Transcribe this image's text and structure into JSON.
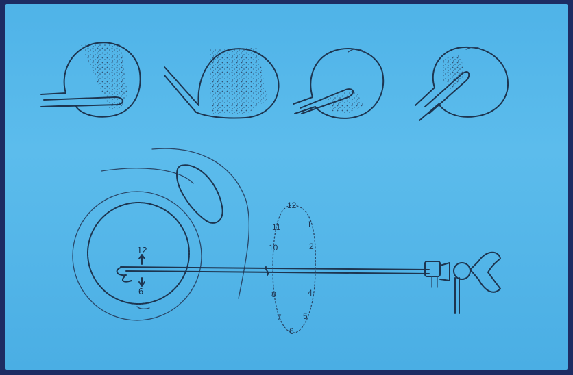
{
  "clock_positions": [
    "12",
    "1",
    "2",
    "4",
    "5",
    "6",
    "7",
    "8",
    "10",
    "11"
  ],
  "scope_tip_labels": {
    "top": "12",
    "bottom": "6"
  },
  "colors": {
    "background": "#4fb3e8",
    "frame": "#1d2c63",
    "ink": "#1d3550"
  }
}
